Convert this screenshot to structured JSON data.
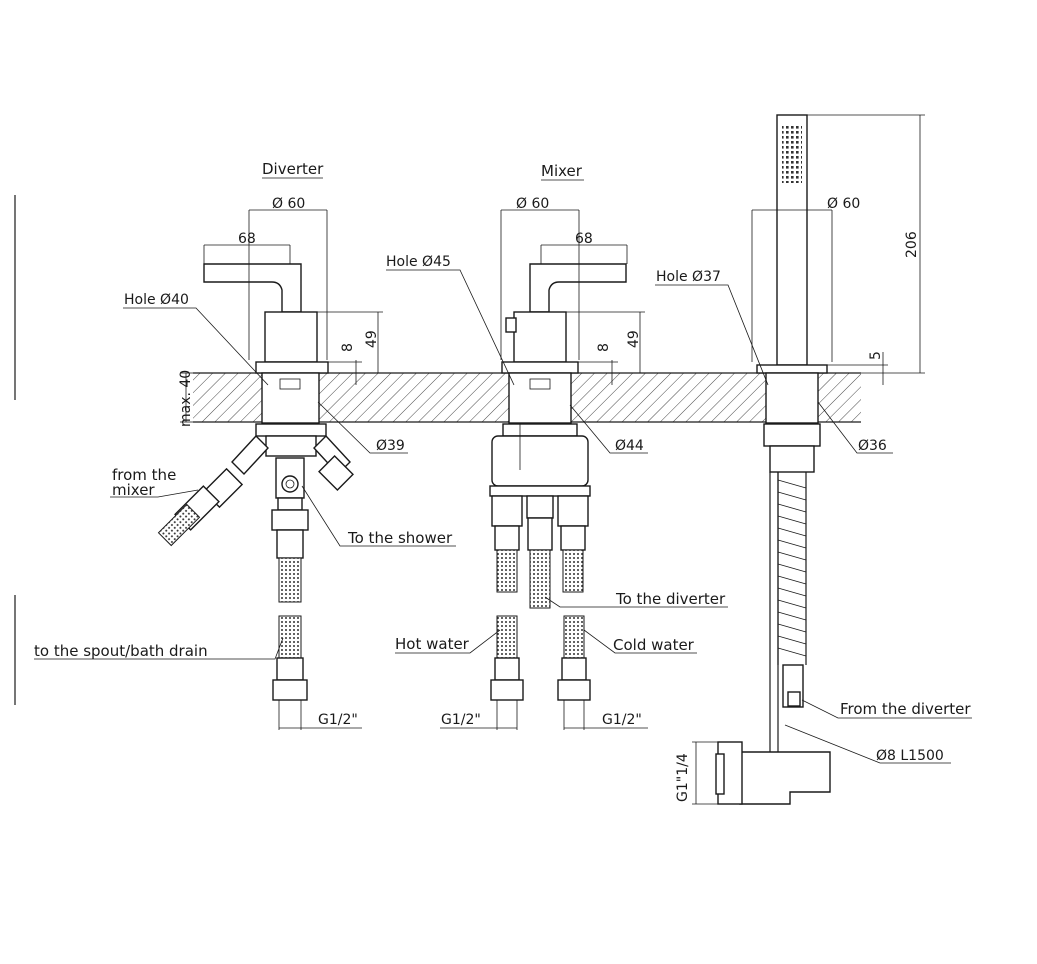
{
  "titles": {
    "diverter": "Diverter",
    "mixer": "Mixer"
  },
  "dimensions": {
    "diverter_diameter": "Ø 60",
    "diverter_handle": "68",
    "diverter_hole": "Hole Ø40",
    "diverter_small": "8",
    "diverter_height": "49",
    "diverter_max": "max. 40",
    "diverter_body": "Ø39",
    "mixer_diameter": "Ø 60",
    "mixer_handle": "68",
    "mixer_hole": "Hole Ø45",
    "mixer_small": "8",
    "mixer_height": "49",
    "mixer_body": "Ø44",
    "shower_diameter": "Ø 60",
    "shower_height": "206",
    "shower_hole": "Hole Ø37",
    "shower_small": "5",
    "shower_body": "Ø36",
    "hose": "Ø8 L1500",
    "outlet_thread": "G1\"1/4",
    "thread_1": "G1/2\"",
    "thread_2": "G1/2\"",
    "thread_3": "G1/2\""
  },
  "labels": {
    "from_mixer_1": "from the",
    "from_mixer_2": "mixer",
    "to_shower": "To the shower",
    "to_spout": "to the spout/bath drain",
    "to_diverter": "To the diverter",
    "hot_water": "Hot water",
    "cold_water": "Cold water",
    "from_diverter": "From the diverter"
  }
}
